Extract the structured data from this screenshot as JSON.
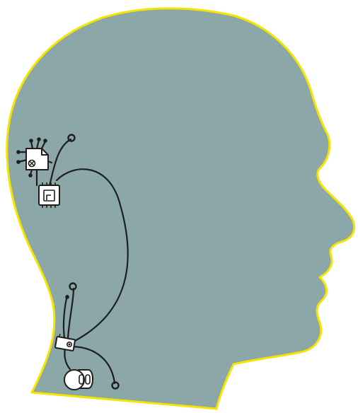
{
  "figure": {
    "subject": "head-profile",
    "colors": {
      "head_fill": "#8ba7a7",
      "head_outline": "#f5e400",
      "wire": "#1e1e1e",
      "device_fill": "#ffffff"
    },
    "components": [
      {
        "name": "document-module-icon"
      },
      {
        "name": "processor-chip-icon"
      },
      {
        "name": "connector-block-icon"
      },
      {
        "name": "power-pack-icon"
      }
    ],
    "terminals": [
      {
        "name": "upper-lead-terminal"
      },
      {
        "name": "neck-lead-terminal"
      },
      {
        "name": "lower-lead-terminal"
      }
    ]
  }
}
